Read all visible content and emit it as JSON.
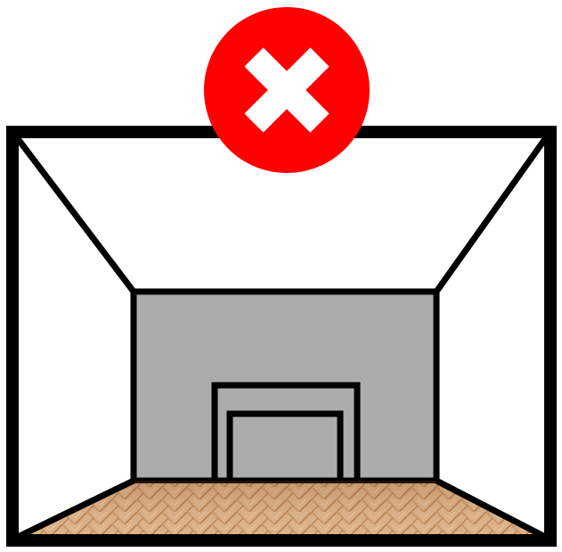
{
  "colors": {
    "background": "#ffffff",
    "outline": "#000000",
    "back_wall": "#acacac",
    "floor_light": "#dcae84",
    "floor_dark": "#b97e4d",
    "reject_badge": "#ff0000",
    "reject_cross": "#ffffff"
  },
  "icons": {
    "badge": "reject-x-icon",
    "scene": "room-perspective-illustration",
    "floor": "herringbone-parquet-floor",
    "back_wall_feature": "doorway-frame"
  },
  "badge": {
    "state": "incorrect"
  }
}
